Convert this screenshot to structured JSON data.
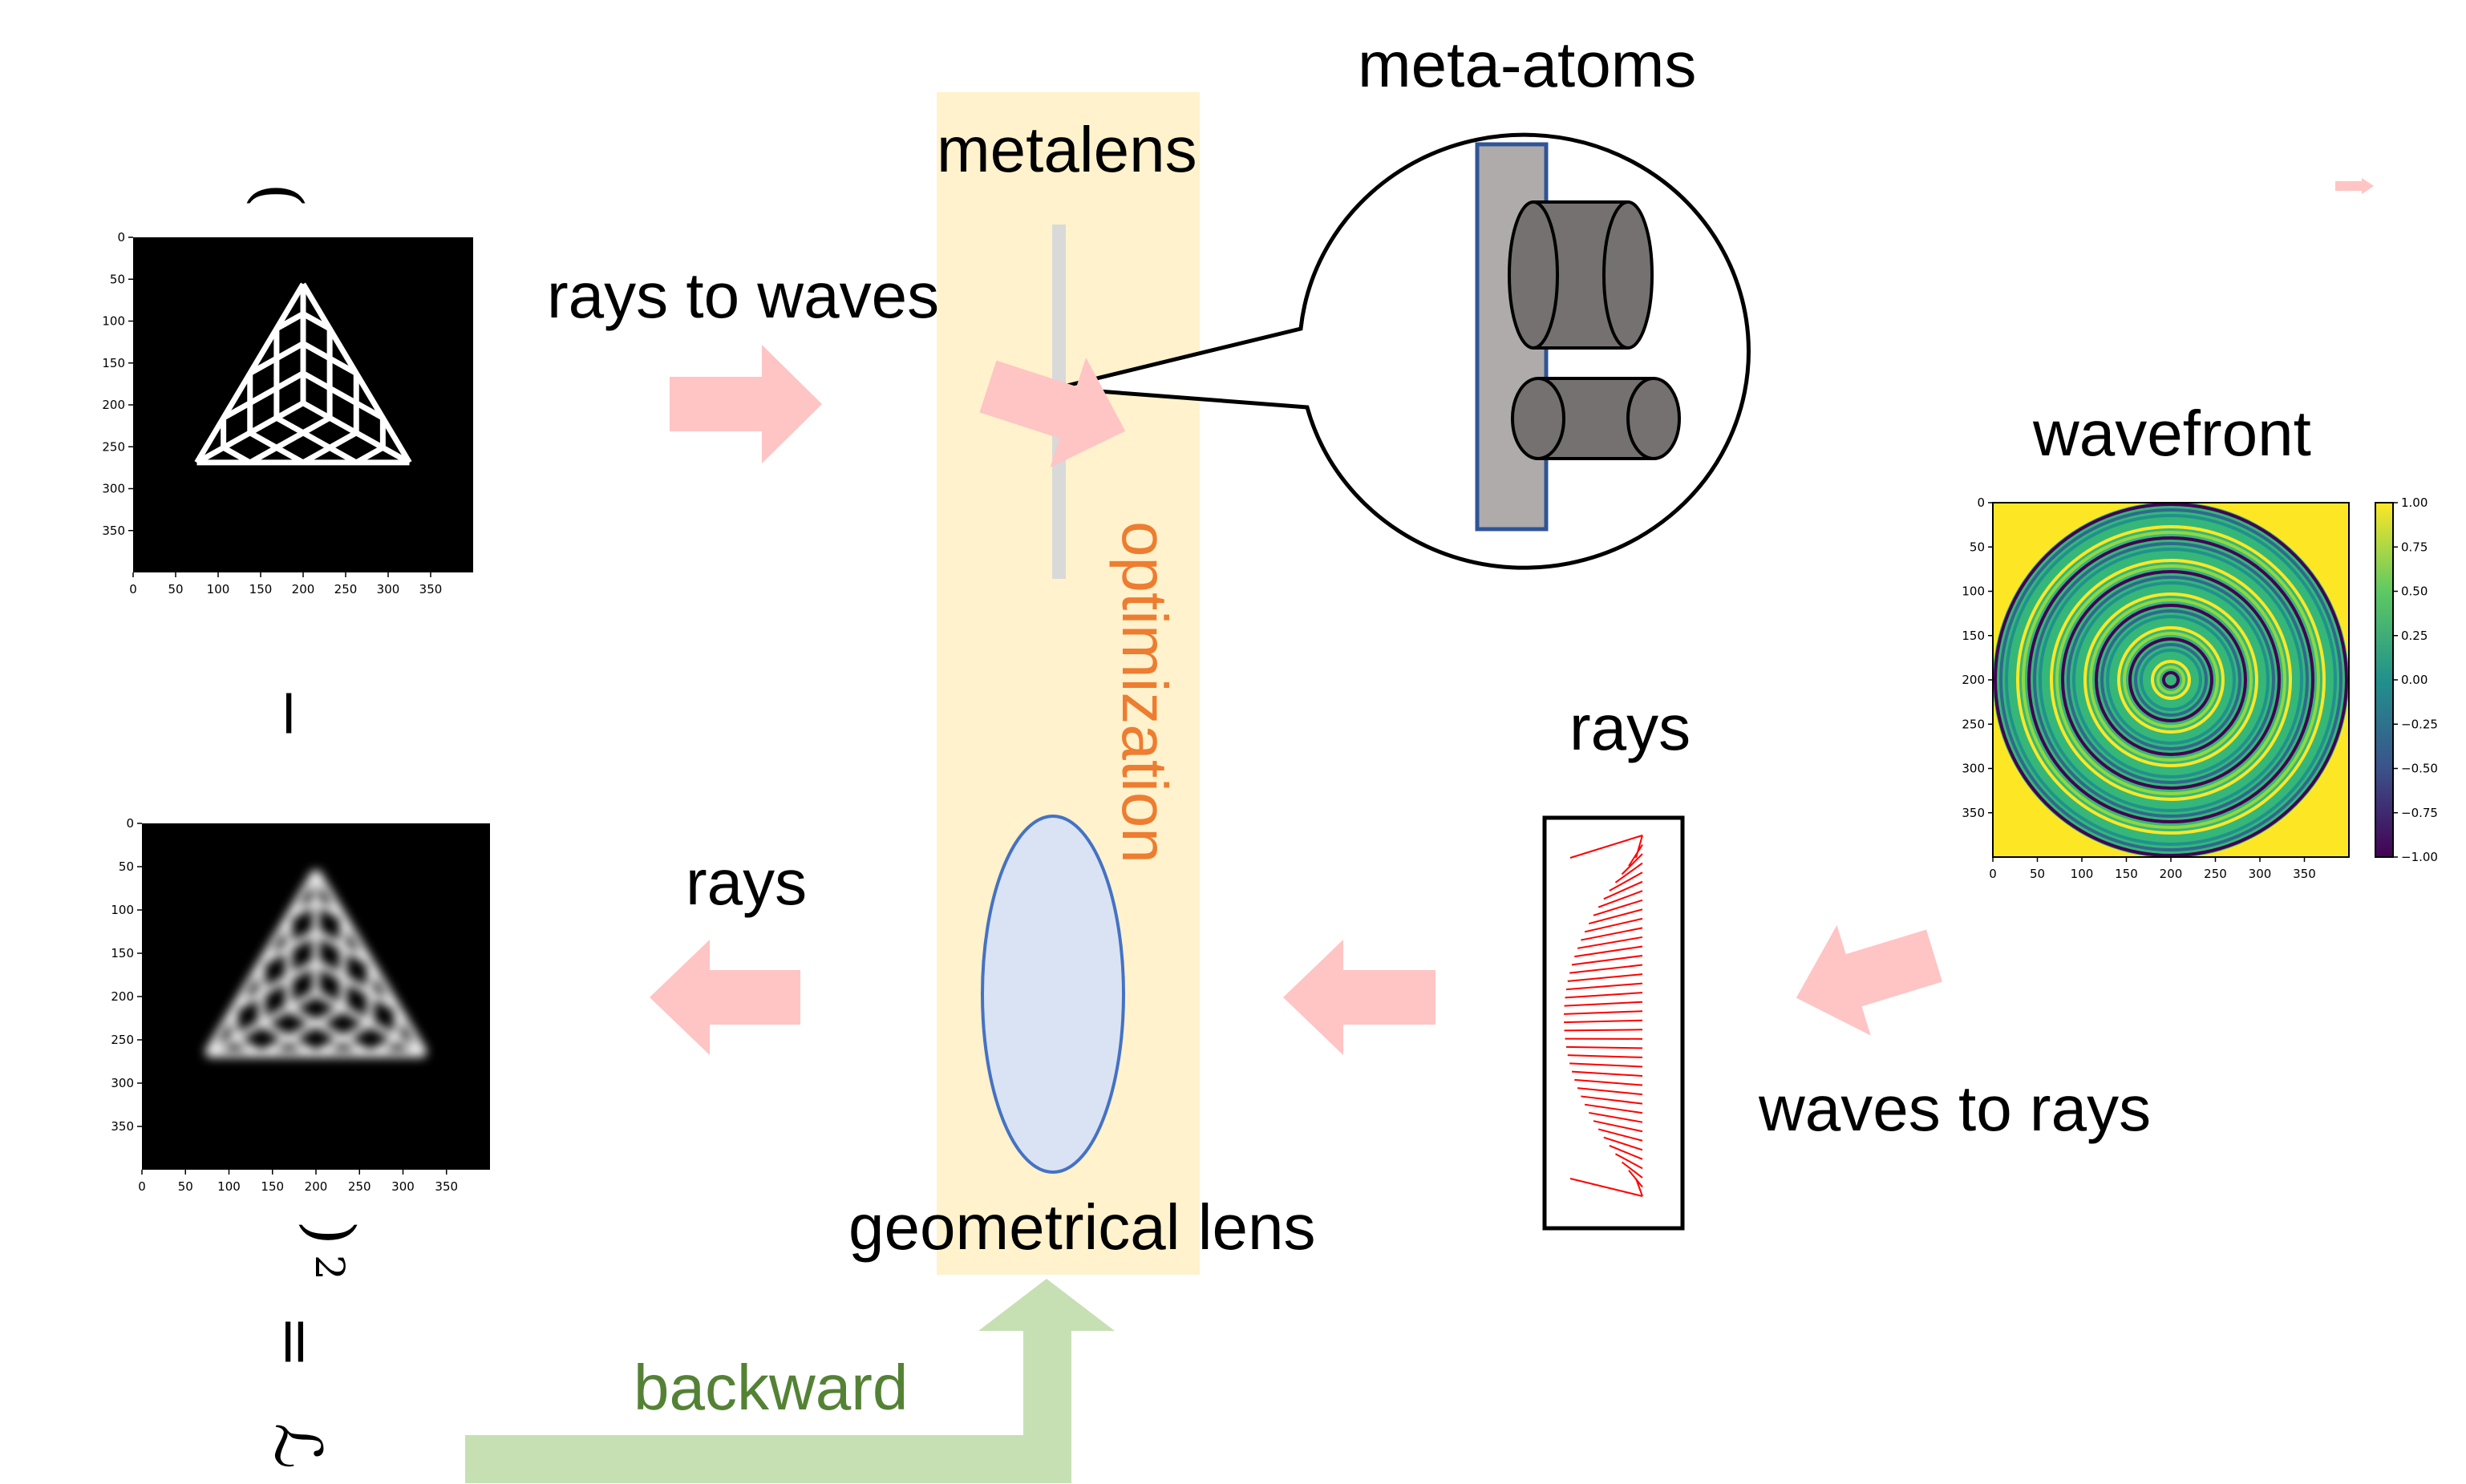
{
  "labels": {
    "metalens": "metalens",
    "meta_atoms": "meta-atoms",
    "rays_to_waves": "rays to waves",
    "wavefront": "wavefront",
    "rays_right": "rays",
    "rays_left": "rays",
    "waves_to_rays": "waves to rays",
    "geometrical_lens": "geometrical lens",
    "optimization": "optimization",
    "backward": "backward"
  },
  "loss_formula": {
    "open_paren": "(",
    "minus": "−",
    "close_paren": ")",
    "exponent": "2",
    "equals": "=",
    "symbol": "ℒ"
  },
  "plot_ticks": [
    "0",
    "50",
    "100",
    "150",
    "200",
    "250",
    "300",
    "350"
  ],
  "colorbar_ticks": [
    "1.00",
    "0.75",
    "0.50",
    "0.25",
    "0.00",
    "−0.25",
    "−0.50",
    "−0.75",
    "−1.00"
  ],
  "colors": {
    "flow_arrow": "#ffc4c4",
    "backward_arrow": "#c6e0b4",
    "backward_text": "#548235",
    "optimization_band": "#fff2cc",
    "optimization_text": "#ed7d31",
    "lens_fill": "#dae3f3",
    "lens_stroke": "#4472c4",
    "atom_substrate": "#afabab",
    "atom_pillar": "#767171",
    "ray_color": "#ff0000",
    "metalens_bar": "#d9d9d9"
  }
}
